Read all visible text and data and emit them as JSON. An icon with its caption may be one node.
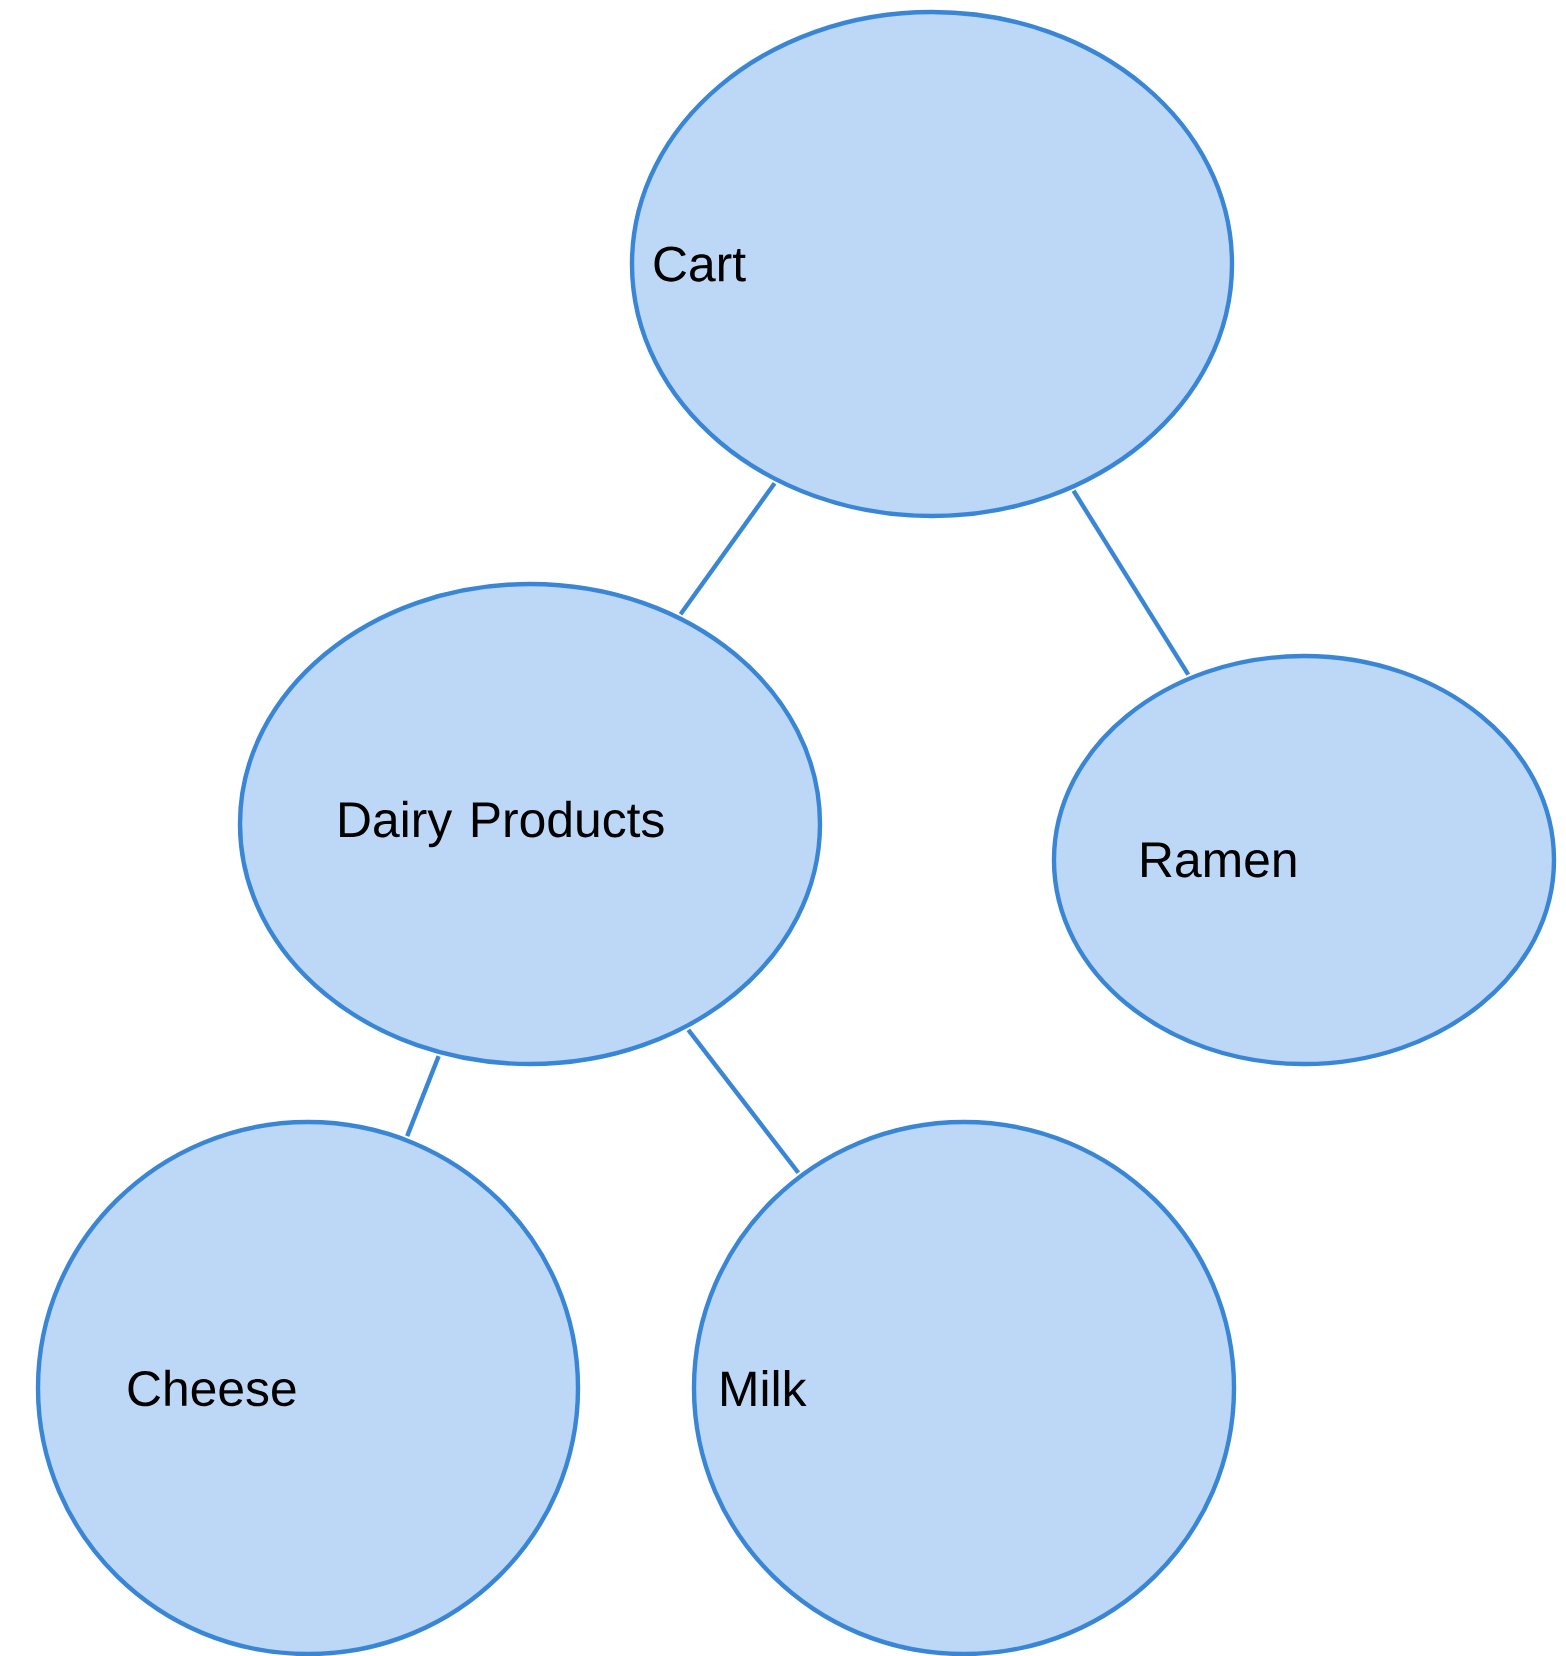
{
  "diagram": {
    "nodes": [
      {
        "text": [
          "Cart"
        ]
      },
      {
        "text": [
          "Dairy Products"
        ]
      },
      {
        "text": [
          "Ramen"
        ]
      },
      {
        "text": [
          "Cheese"
        ]
      },
      {
        "text": [
          "Milk"
        ]
      }
    ],
    "edges": [
      {
        "from": 0,
        "to": 1,
        "arrow": "none"
      },
      {
        "from": 0,
        "to": 2,
        "arrow": "none"
      },
      {
        "from": 1,
        "to": 3,
        "arrow": "none"
      },
      {
        "from": 1,
        "to": 4,
        "arrow": "none"
      }
    ]
  }
}
